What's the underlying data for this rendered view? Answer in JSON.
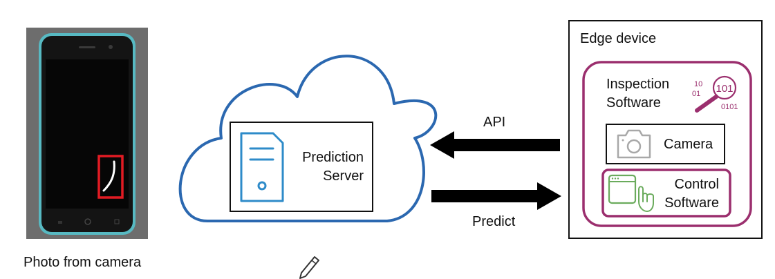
{
  "phone": {
    "caption": "Photo from camera"
  },
  "cloud": {
    "server_line1": "Prediction",
    "server_line2": "Server"
  },
  "arrows": {
    "api_label": "API",
    "predict_label": "Predict"
  },
  "edge_device": {
    "title": "Edge device",
    "inspection_line1": "Inspection",
    "inspection_line2": "Software",
    "inspection_icon_digits": [
      "10",
      "01",
      "101",
      "0101"
    ],
    "camera_label": "Camera",
    "control_line1": "Control",
    "control_line2": "Software"
  },
  "icons": {
    "phone": "smartphone-icon",
    "server": "server-icon",
    "inspection": "binary-magnifier-icon",
    "camera": "camera-icon",
    "control": "browser-hand-icon",
    "pencil": "pencil-icon"
  },
  "colors": {
    "cloud": "#2b68b0",
    "server_icon": "#2e8bc9",
    "inspection": "#9b2f6e",
    "camera_icon": "#a8a8a8",
    "control_icon": "#6aab5c",
    "phone_frame": "#57b9c2",
    "defect_box": "#e21b23"
  }
}
